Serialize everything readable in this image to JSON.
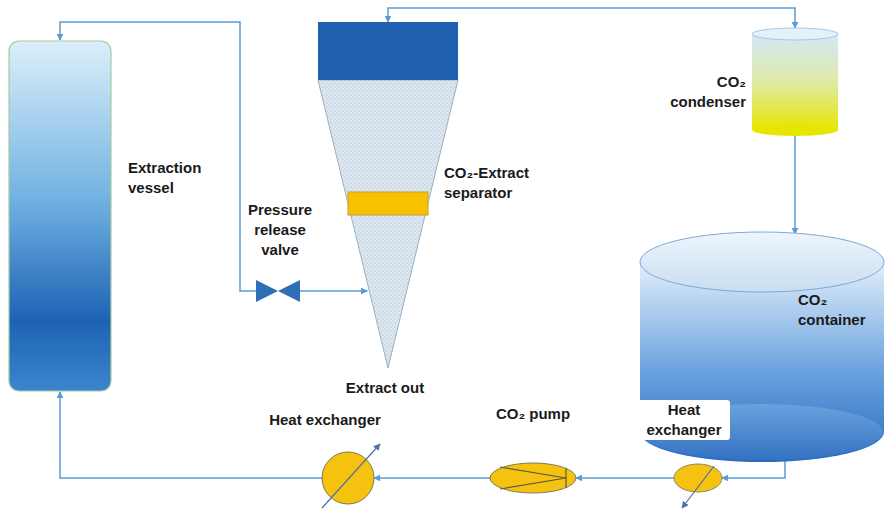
{
  "diagram": {
    "nodes": [
      {
        "text": [
          "Extraction vessel"
        ]
      },
      {
        "text": [
          "Pressure release valve"
        ]
      },
      {
        "text": [
          "CO₂-Extract separator"
        ]
      },
      {
        "text": [
          "CO₂ condenser"
        ]
      },
      {
        "text": [
          "CO₂ container"
        ]
      },
      {
        "text": [
          "Heat exchanger"
        ]
      },
      {
        "text": [
          "CO₂ pump"
        ]
      },
      {
        "text": [
          "Heat exchanger"
        ]
      }
    ],
    "edges": [
      {
        "from": 1,
        "to": 0,
        "arrow": "to"
      },
      {
        "from": 1,
        "to": 2,
        "arrow": "to"
      },
      {
        "from": 2,
        "to": 3,
        "arrow": "both"
      },
      {
        "from": 3,
        "to": 4,
        "arrow": "to"
      },
      {
        "from": 4,
        "to": 5,
        "arrow": "to"
      },
      {
        "from": 5,
        "to": 6,
        "arrow": "to"
      },
      {
        "from": 6,
        "to": 7,
        "arrow": "to"
      },
      {
        "from": 7,
        "to": 0,
        "arrow": "to"
      }
    ],
    "labels": [
      "Extract out"
    ]
  }
}
